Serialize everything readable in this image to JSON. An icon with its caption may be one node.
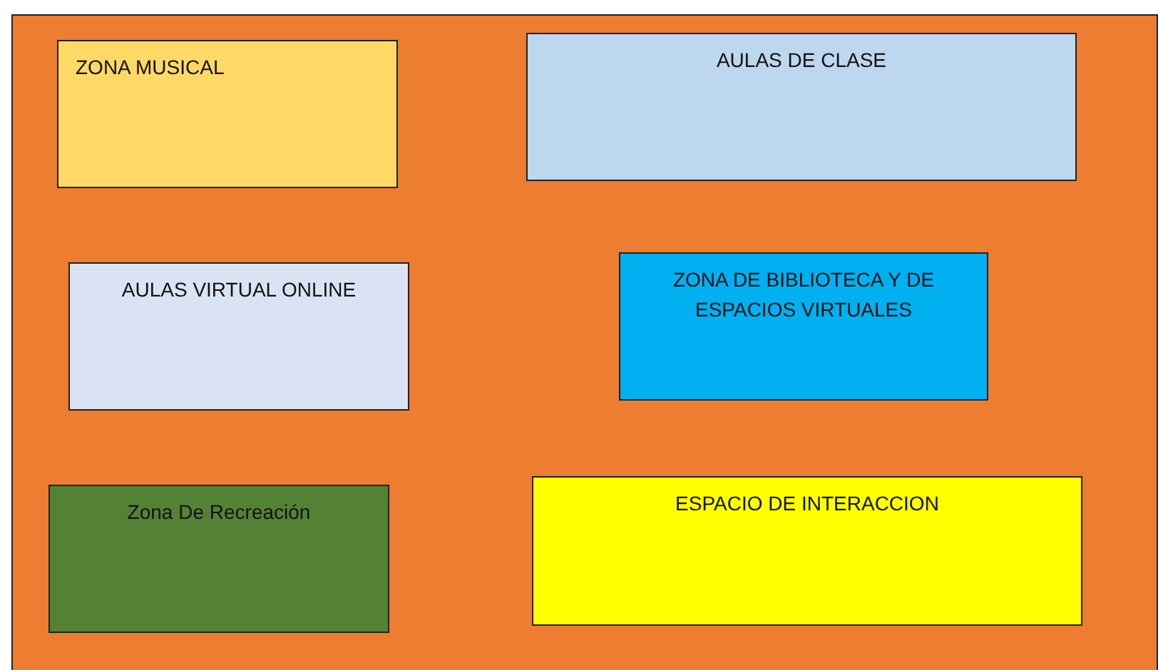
{
  "diagram": {
    "nodes": [
      {
        "text": [],
        "shape": "box"
      },
      {
        "text": [
          "ZONA MUSICAL"
        ],
        "in": 0
      },
      {
        "text": [
          "AULAS DE CLASE"
        ],
        "in": 0
      },
      {
        "text": [
          "AULAS VIRTUAL ONLINE"
        ],
        "in": 0
      },
      {
        "text": [
          "ZONA DE BIBLIOTECA Y DE ESPACIOS VIRTUALES"
        ],
        "in": 0
      },
      {
        "text": [
          "Zona De Recreación"
        ],
        "in": 0
      },
      {
        "text": [
          "ESPACIO DE INTERACCION"
        ],
        "in": 0
      }
    ]
  }
}
